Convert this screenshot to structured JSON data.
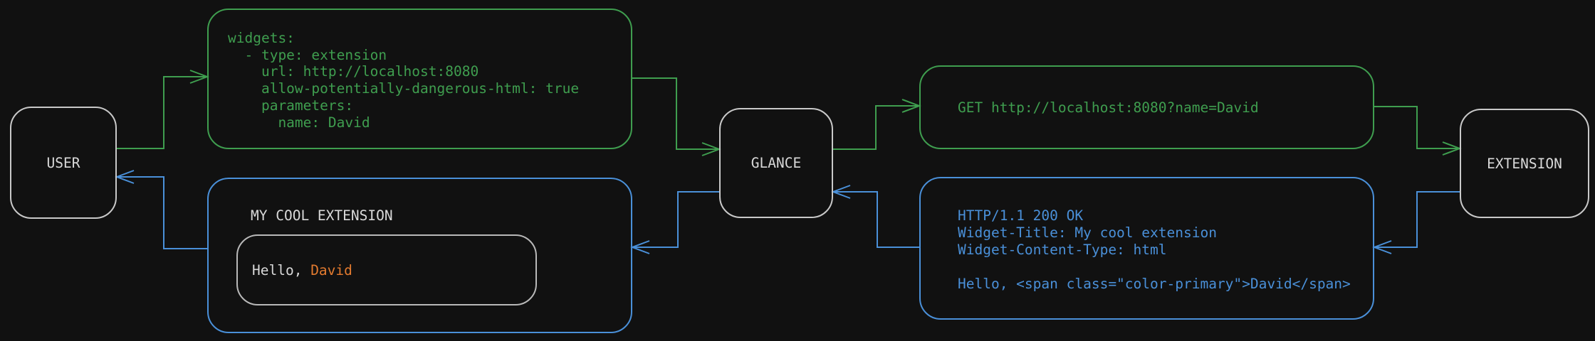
{
  "colors": {
    "background": "#111111",
    "green": "#3f9e4f",
    "blue": "#4a90d9",
    "orange": "#e27a2f",
    "white": "#d9d9d9"
  },
  "nodes": {
    "user": {
      "label": "USER"
    },
    "glance": {
      "label": "GLANCE"
    },
    "extension": {
      "label": "EXTENSION"
    }
  },
  "config_box": {
    "lines": [
      "widgets:",
      "  - type: extension",
      "    url: http://localhost:8080",
      "    allow-potentially-dangerous-html: true",
      "    parameters:",
      "      name: David"
    ]
  },
  "request_box": {
    "text": "GET http://localhost:8080?name=David"
  },
  "response_box": {
    "lines": [
      "HTTP/1.1 200 OK",
      "Widget-Title: My cool extension",
      "Widget-Content-Type: html",
      "",
      "Hello, <span class=\"color-primary\">David</span>"
    ]
  },
  "widget_preview": {
    "title": "MY COOL EXTENSION",
    "greeting_prefix": "Hello, ",
    "greeting_name": "David"
  }
}
